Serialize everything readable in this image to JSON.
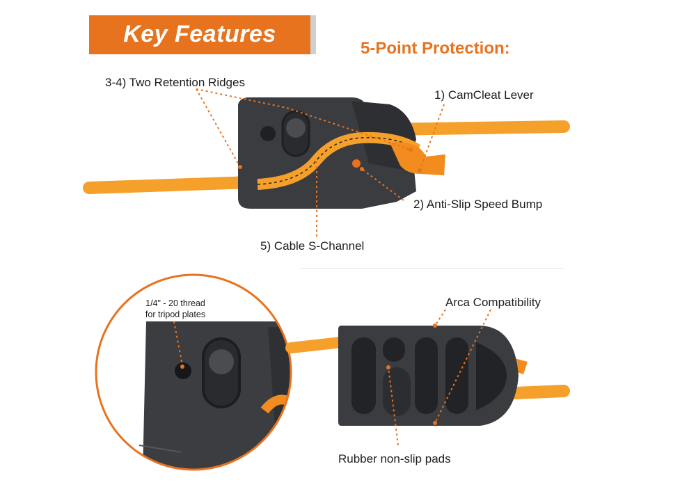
{
  "header": {
    "title": "Key Features",
    "subtitle": "5-Point Protection:"
  },
  "top_callouts": {
    "retention_ridges": "3-4)  Two Retention Ridges",
    "camcleat_lever": "1)   CamCleat Lever",
    "speed_bump": "2)  Anti-Slip Speed Bump",
    "s_channel": "5)  Cable S-Channel"
  },
  "bottom_callouts": {
    "thread_line1": "1/4\" - 20 thread",
    "thread_line2": "for tripod plates",
    "arca": "Arca Compatibility",
    "rubber_pads": "Rubber non-slip pads"
  },
  "colors": {
    "accent": "#e7731e",
    "cable": "#f5a02a",
    "body": "#3a3c40"
  },
  "icons": [
    "cam-cleat-device-illustration",
    "zoom-circle-illustration",
    "base-plate-illustration"
  ]
}
